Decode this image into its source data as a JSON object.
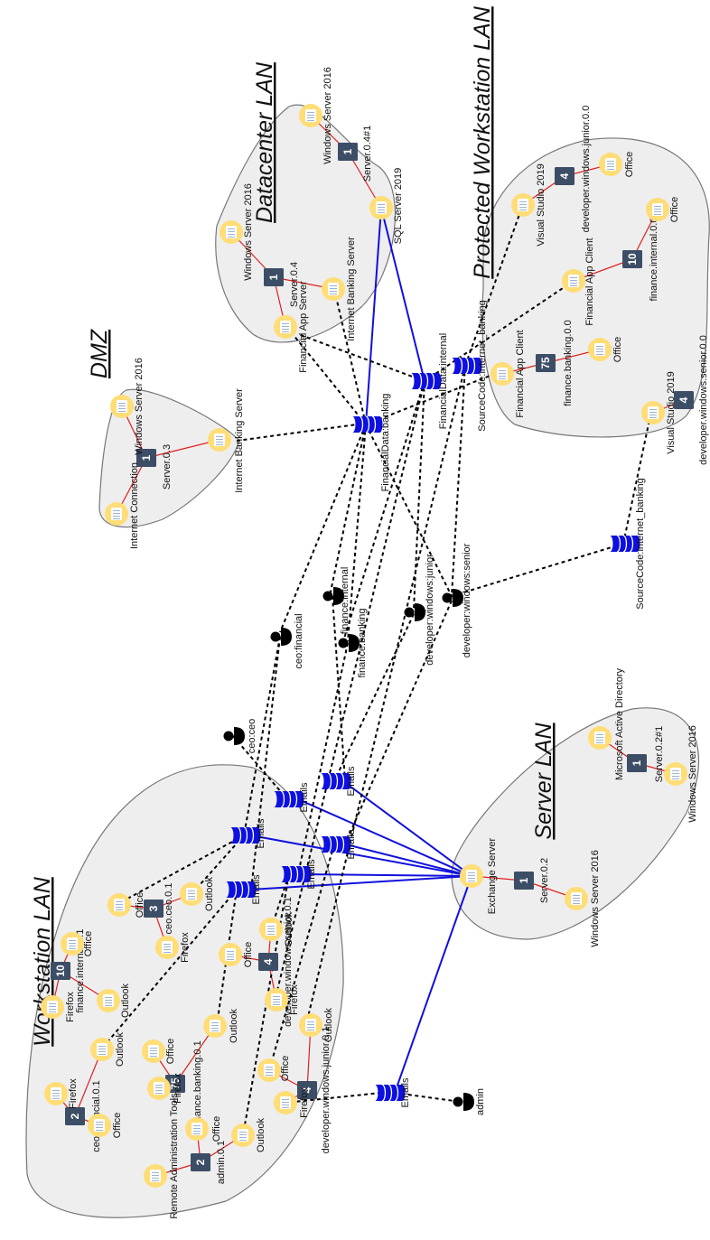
{
  "zones": {
    "workstation_lan": "Workstation LAN",
    "server_lan": "Server LAN",
    "dmz": "DMZ",
    "datacenter_lan": "Datacenter LAN",
    "protected_workstation_lan": "Protected Workstation LAN"
  },
  "servers": [
    {
      "count": "10",
      "label": "finance.internal.0.1"
    },
    {
      "count": "3",
      "label": "ceo.ceo.0.1"
    },
    {
      "count": "75",
      "label": "finance.banking.0.1"
    },
    {
      "count": "4",
      "label": "developer.windows.senior.0.1"
    },
    {
      "count": "2",
      "label": "ceo.financial.0.1"
    },
    {
      "count": "4",
      "label": "developer.windows.junior.0.1"
    },
    {
      "count": "2",
      "label": "admin.0.1"
    },
    {
      "count": "1",
      "label": "Server.0.2"
    },
    {
      "count": "1",
      "label": "Server.0.2#1"
    },
    {
      "count": "1",
      "label": "Server.0.3"
    },
    {
      "count": "1",
      "label": "Server.0.4"
    },
    {
      "count": "1",
      "label": "Server.0.4#1"
    },
    {
      "count": "4",
      "label": "developer.windows.junior.0.0"
    },
    {
      "count": "10",
      "label": "finance.internal.0.0"
    },
    {
      "count": "75",
      "label": "finance.banking.0.0"
    },
    {
      "count": "4",
      "label": "developer.windows.senior.0.0"
    }
  ],
  "software": [
    "Firefox",
    "Office",
    "Outlook",
    "Office",
    "Outlook",
    "Firefox",
    "Office",
    "Outlook",
    "Firefox",
    "Office",
    "Firefox",
    "Outlook",
    "Firefox",
    "Outlook",
    "Office",
    "Office",
    "Outlook",
    "Firefox",
    "Office",
    "Outlook",
    "Remote Administration Tools",
    "Exchange Server",
    "Windows Server 2016",
    "Microsoft Active Directory",
    "Windows Server 2016",
    "Internet Connection",
    "Windows Server 2016",
    "Internet Banking Server",
    "Windows Server 2016",
    "Financial App Server",
    "Internet Banking Server",
    "Windows Server 2016",
    "SQL Server 2019",
    "Visual Studio 2019",
    "Office",
    "Office",
    "Financial App Client",
    "Financial App Client",
    "Office",
    "Visual Studio 2019"
  ],
  "databases": [
    "Emails",
    "Emails",
    "Emails",
    "Emails",
    "Emails",
    "Emails",
    "Emails",
    "Emails",
    "FinancialData:banking",
    "FinancialData:internal",
    "SourceCode:internet_banking",
    "SourceCode:internet_banking"
  ],
  "identities": [
    "ceo:ceo",
    "ceo:financial",
    "finance:internal",
    "finance:banking",
    "developer:windows:junior",
    "developer:windows:senior",
    "admin"
  ]
}
